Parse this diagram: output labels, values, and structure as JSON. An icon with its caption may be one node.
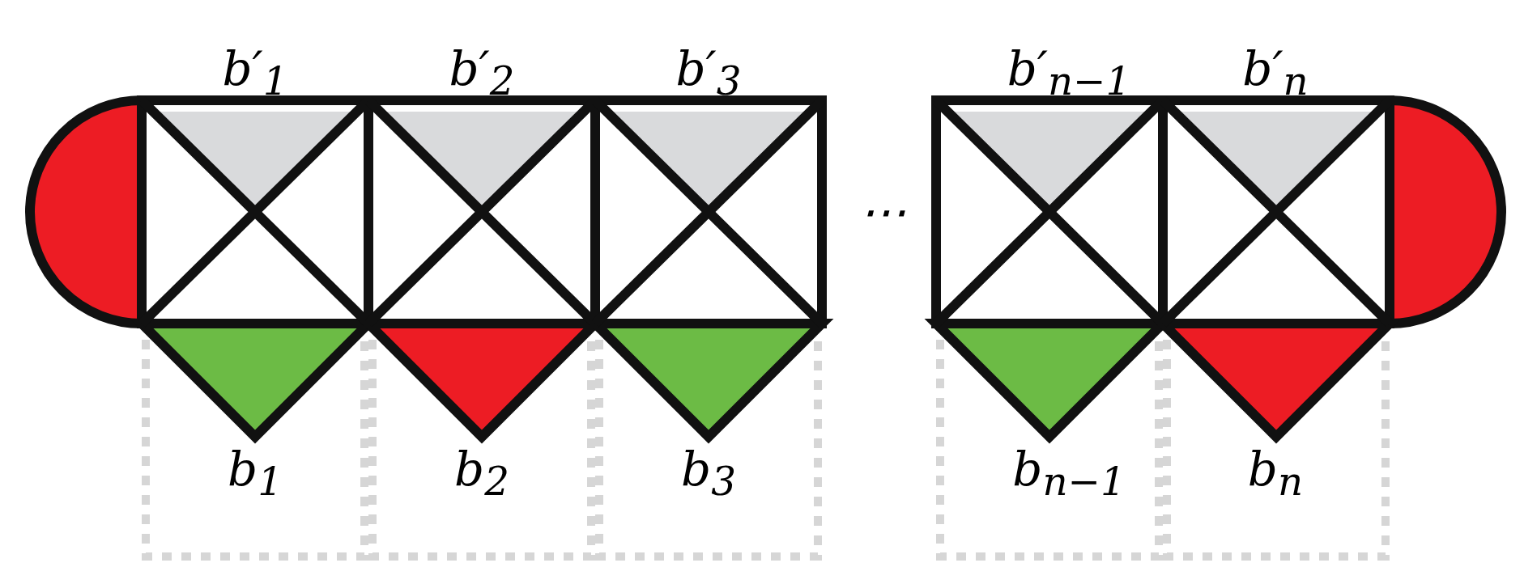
{
  "diagram": {
    "labels": [
      "b′$_{1}$",
      "b′$_{2}$",
      "b′$_{3}$",
      "b′$_{n−1}$",
      "b′$_{n}$",
      "⋯",
      "b$_{1}$",
      "b$_{2}$",
      "b$_{3}$",
      "b$_{n−1}$",
      "b$_{n}$"
    ]
  }
}
